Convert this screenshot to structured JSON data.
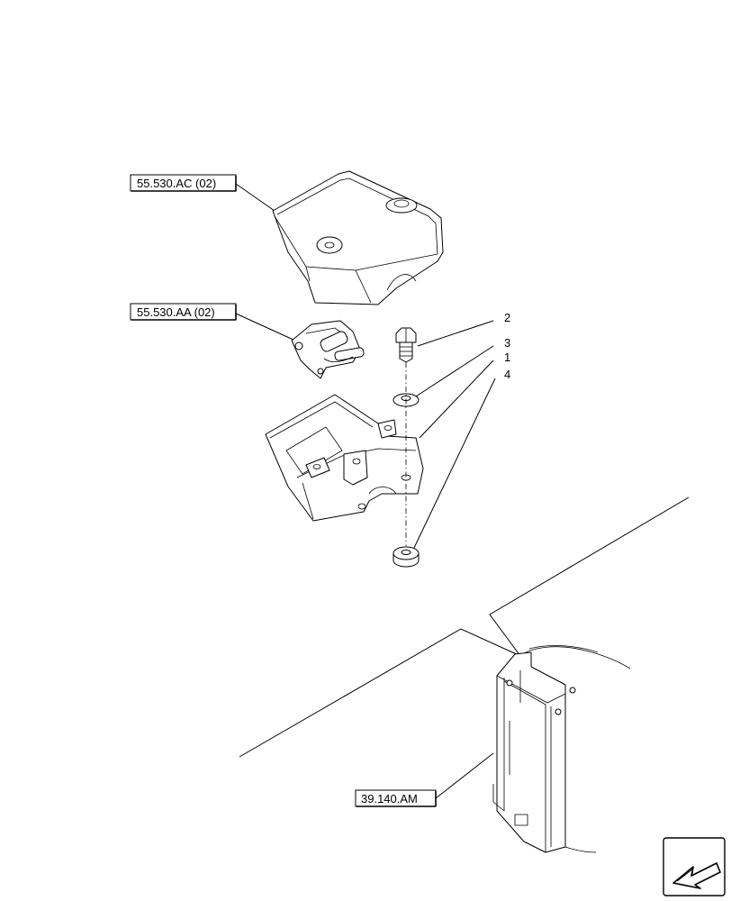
{
  "references": [
    {
      "id": "ref-cover",
      "text": "55.530.AC (02)"
    },
    {
      "id": "ref-switch",
      "text": "55.530.AA (02)"
    },
    {
      "id": "ref-frame",
      "text": "39.140.AM"
    }
  ],
  "item_numbers": [
    {
      "id": "item-2",
      "text": "2"
    },
    {
      "id": "item-3",
      "text": "3"
    },
    {
      "id": "item-1",
      "text": "1"
    },
    {
      "id": "item-4",
      "text": "4"
    }
  ],
  "icons": {
    "navigation": "arrow-left-down-icon"
  }
}
